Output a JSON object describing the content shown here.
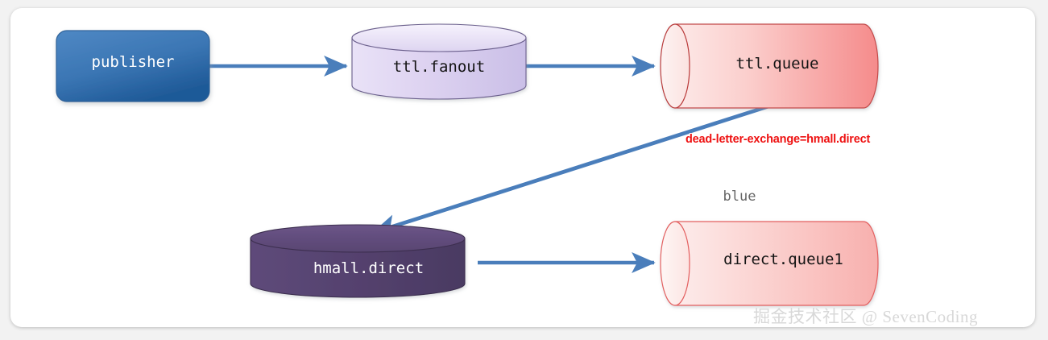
{
  "diagram": {
    "title_text_present": false,
    "background_color": "#f2f2f2",
    "card_color": "#ffffff",
    "arrow_color": "#4a7ebb",
    "nodes": [
      {
        "id": "publisher",
        "label": "publisher",
        "shape": "rounded-rect",
        "fill_from": "#4a82bd",
        "fill_to": "#1f5a9a",
        "stroke": "#2a5f94",
        "text_color": "#ffffff"
      },
      {
        "id": "ttl-fanout",
        "label": "ttl.fanout",
        "shape": "cylinder-vertical",
        "fill_from": "#efe8fa",
        "fill_to": "#cfc2ea",
        "stroke": "#6b5f8c",
        "text_color": "#141414"
      },
      {
        "id": "ttl-queue",
        "label": "ttl.queue",
        "shape": "cylinder-horizontal",
        "fill_from": "#fdeceb",
        "fill_to": "#f48a8a",
        "stroke": "#b93a3a",
        "text_color": "#141414"
      },
      {
        "id": "hmall-direct",
        "label": "hmall.direct",
        "shape": "cylinder-vertical",
        "fill_from": "#604a7b",
        "fill_to": "#4b3a63",
        "stroke": "#3c2f50",
        "text_color": "#ffffff"
      },
      {
        "id": "direct-queue1",
        "label": "direct.queue1",
        "shape": "cylinder-horizontal",
        "fill_from": "#fdecec",
        "fill_to": "#f9b3b3",
        "stroke": "#e35f5f",
        "text_color": "#141414"
      }
    ],
    "edges": [
      {
        "id": "publisher-to-fanout",
        "from": "publisher",
        "to": "ttl-fanout",
        "label": ""
      },
      {
        "id": "fanout-to-ttlqueue",
        "from": "ttl-fanout",
        "to": "ttl-queue",
        "label": ""
      },
      {
        "id": "ttlqueue-to-hmalldirect",
        "from": "ttl-queue",
        "to": "hmall-direct",
        "label": "dead-letter-exchange=hmall.direct",
        "label_color": "#ee1111"
      },
      {
        "id": "hmalldirect-to-directqueue1",
        "from": "hmall-direct",
        "to": "direct-queue1",
        "label": "blue",
        "label_color": "#666666"
      }
    ],
    "annotations": {
      "dead_letter": "dead-letter-exchange=hmall.direct",
      "routing_key": "blue"
    },
    "watermark": "掘金技术社区 @ SevenCoding"
  }
}
